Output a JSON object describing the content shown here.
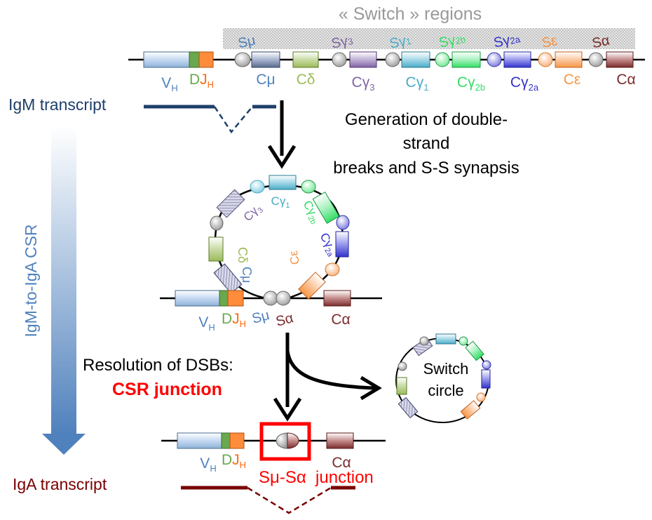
{
  "colors": {
    "VH": "#8fb3d9",
    "DJ_green": "#6aa84f",
    "DJ_orange": "#ff8c3a",
    "Cmu": "#5a6b8c",
    "Cdelta": "#9bbb59",
    "Cgamma3": "#8064a2",
    "Cgamma1": "#4bacc6",
    "Cgamma2b": "#33dd66",
    "Cgamma2a": "#3333cc",
    "Cepsilon": "#f79646",
    "Calpha": "#7b2c2c",
    "switch_circle": "#b0b0b0",
    "igm": "#1f3f6b",
    "iga": "#7a0000",
    "red": "#ff0000",
    "arrow_blue": "#4f81bd"
  },
  "header": {
    "switch_regions": "« Switch » regions"
  },
  "top_locus": {
    "labels": {
      "vh_main": "V",
      "vh_sub": "H",
      "dj_d": "D",
      "dj_j": "J",
      "dj_sub": "H",
      "cmu": "Cμ",
      "cdelta": "Cδ",
      "cgamma3_main": "Cγ",
      "cgamma3_sub": "3",
      "cgamma1_main": "Cγ",
      "cgamma1_sub": "1",
      "cgamma2b_main": "Cγ",
      "cgamma2b_sub": "2b",
      "cgamma2a_main": "Cγ",
      "cgamma2a_sub": "2a",
      "cepsilon": "Cε",
      "calpha": "Cα"
    },
    "switch_labels": {
      "smu": "Sμ",
      "sgamma3_main": "Sγ",
      "sgamma3_sub": "3",
      "sgamma1_main": "Sγ",
      "sgamma1_sub": "1",
      "sgamma2b_main": "Sγ",
      "sgamma2b_sub": "2b",
      "sgamma2a_main": "Sγ",
      "sgamma2a_sub": "2a",
      "sepsilon": "Sε",
      "salpha": "Sα"
    }
  },
  "left": {
    "igm_transcript": "IgM transcript",
    "csr_arrow_label": "IgM-to-IgA CSR",
    "iga_transcript": "IgA transcript"
  },
  "step1": {
    "line1": "Generation of double-",
    "line2": "strand",
    "line3": "breaks and S-S synapsis"
  },
  "loop": {
    "cgamma1_main": "Cγ",
    "cgamma1_sub": "1",
    "cgamma3_main": "Cγ",
    "cgamma3_sub": "3",
    "cgamma2b_main": "Cγ",
    "cgamma2b_sub": "2b",
    "cgamma2a_main": "Cγ",
    "cgamma2a_sub": "2a",
    "cdelta": "Cδ",
    "cmu": "Cμ",
    "cepsilon": "Cε",
    "vh_main": "V",
    "vh_sub": "H",
    "dj_d": "D",
    "dj_j": "J",
    "dj_sub": "H",
    "smu": "Sμ",
    "salpha": "Sα",
    "calpha": "Cα"
  },
  "step2": {
    "line1": "Resolution of DSBs:",
    "line2": "CSR junction"
  },
  "switch_circle": {
    "line1": "Switch",
    "line2": "circle"
  },
  "bottom": {
    "vh_main": "V",
    "vh_sub": "H",
    "dj_d": "D",
    "dj_j": "J",
    "dj_sub": "H",
    "calpha": "Cα",
    "junction": "Sμ-Sα  junction"
  }
}
